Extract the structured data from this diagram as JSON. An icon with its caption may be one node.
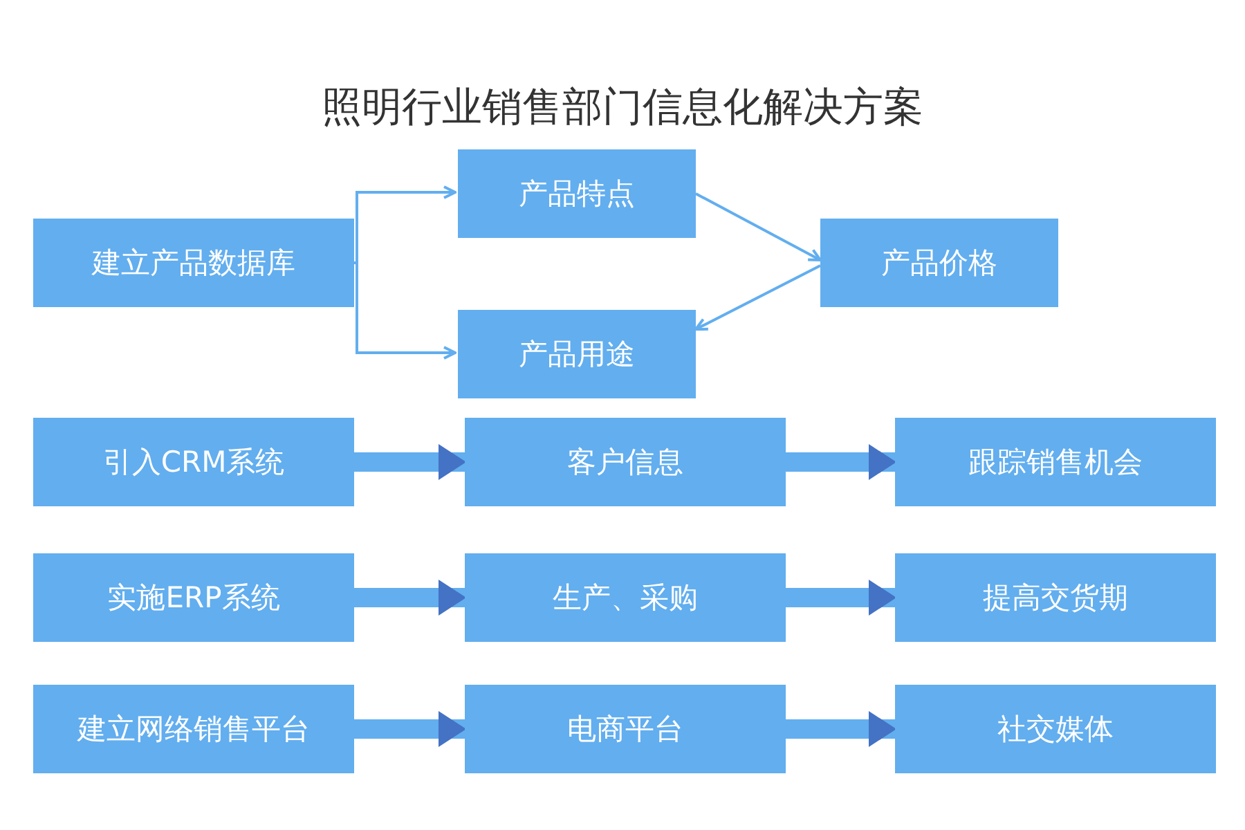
{
  "diagram": {
    "title": "照明行业销售部门信息化解决方案",
    "nodes": [
      {
        "text": [
          "建立产品数据库"
        ]
      },
      {
        "text": [
          "产品特点"
        ]
      },
      {
        "text": [
          "产品用途"
        ]
      },
      {
        "text": [
          "产品价格"
        ]
      },
      {
        "text": [
          "引入CRM系统"
        ]
      },
      {
        "text": [
          "客户信息"
        ]
      },
      {
        "text": [
          "跟踪销售机会"
        ]
      },
      {
        "text": [
          "实施ERP系统"
        ]
      },
      {
        "text": [
          "生产、采购"
        ]
      },
      {
        "text": [
          "提高交货期"
        ]
      },
      {
        "text": [
          "建立网络销售平台"
        ]
      },
      {
        "text": [
          "电商平台"
        ]
      },
      {
        "text": [
          "社交媒体"
        ]
      }
    ],
    "edges": [
      {
        "from": 0,
        "to": 1,
        "arrow": "to",
        "color": "#62aeef"
      },
      {
        "from": 0,
        "to": 2,
        "arrow": "to",
        "color": "#62aeef"
      },
      {
        "from": 1,
        "to": 3,
        "arrow": "to",
        "color": "#62aeef"
      },
      {
        "from": 3,
        "to": 2,
        "arrow": "to",
        "color": "#62aeef"
      },
      {
        "from": 4,
        "to": 5,
        "arrow": "to"
      },
      {
        "from": 5,
        "to": 6,
        "arrow": "to"
      },
      {
        "from": 7,
        "to": 8,
        "arrow": "to"
      },
      {
        "from": 8,
        "to": 9,
        "arrow": "to"
      },
      {
        "from": 10,
        "to": 11,
        "arrow": "to"
      },
      {
        "from": 11,
        "to": 12,
        "arrow": "to"
      }
    ]
  }
}
